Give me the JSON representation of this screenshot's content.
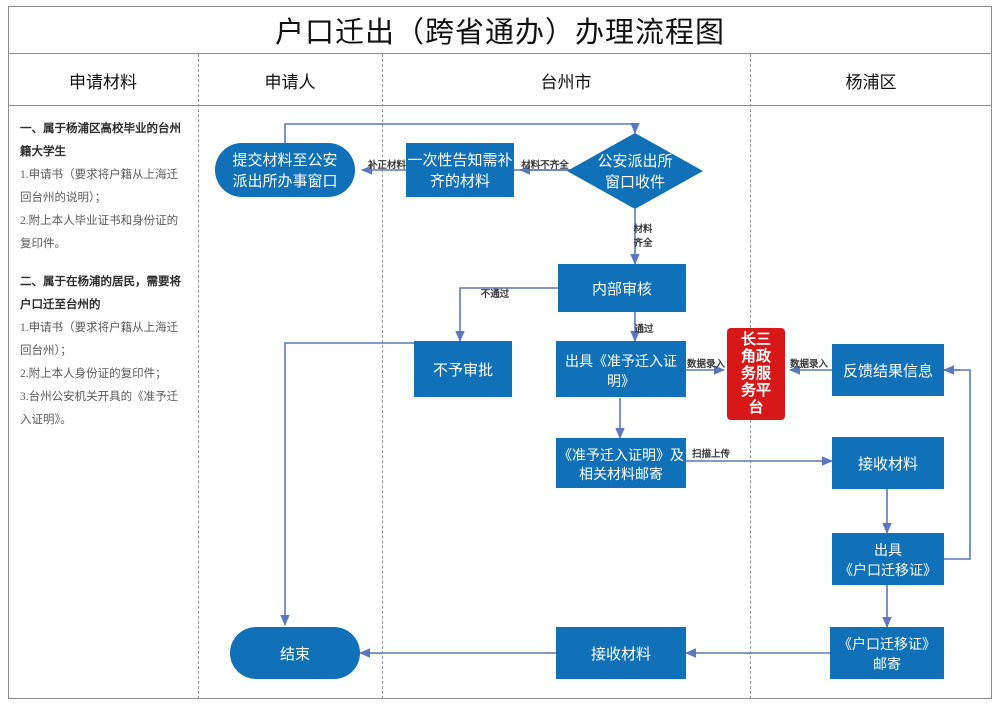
{
  "title": "户口迁出（跨省通办）办理流程图",
  "columns": [
    {
      "label": "申请材料"
    },
    {
      "label": "申请人"
    },
    {
      "label": "台州市"
    },
    {
      "label": "杨浦区"
    }
  ],
  "colors": {
    "node_blue": "#1171B8",
    "node_red": "#D71718",
    "arrow": "#5B77BE",
    "frame": "#8c8c8c",
    "lane_dash": "#9a9a9a",
    "desc_text": "#5b5b5b"
  },
  "materials": {
    "section1_heading": "一、属于杨浦区高校毕业的台州籍大学生",
    "section1_items": [
      "1.申请书（要求将户籍从上海迁回台州的说明）；",
      "2.附上本人毕业证书和身份证的复印件。"
    ],
    "section2_heading": "二、属于在杨浦的居民，需要将户口迁至台州的",
    "section2_items": [
      "1.申请书（要求将户籍从上海迁回台州）；",
      "2.附上本人身份证的复印件；",
      "3.台州公安机关开具的《准予迁入证明》。"
    ]
  },
  "nodes": {
    "submit": {
      "label_line1": "提交材料至公安",
      "label_line2": "派出所办事窗口",
      "shape": "stadium",
      "lane": "申请人"
    },
    "notify": {
      "label_line1": "一次性告知需补",
      "label_line2": "齐的材料",
      "shape": "rect",
      "lane": "台州市"
    },
    "receive_window": {
      "label_line1": "公安派出所",
      "label_line2": "窗口收件",
      "shape": "diamond",
      "lane": "台州市"
    },
    "internal_review": {
      "label_line1": "内部审核",
      "shape": "rect",
      "lane": "台州市"
    },
    "reject": {
      "label_line1": "不予审批",
      "shape": "rect",
      "lane": "申请人"
    },
    "issue_permit": {
      "label_line1": "出具《准予迁入证",
      "label_line2": "明》",
      "shape": "rect",
      "lane": "台州市"
    },
    "mail_permit": {
      "label_line1": "《准予迁入证明》及",
      "label_line2": "相关材料邮寄",
      "shape": "rect",
      "lane": "台州市"
    },
    "platform": {
      "label": "长三角政务服务平台",
      "label_wrapped": [
        "长三",
        "角政",
        "务服",
        "务平",
        "台"
      ],
      "shape": "rect",
      "color": "red"
    },
    "feedback": {
      "label_line1": "反馈结果信息",
      "shape": "rect",
      "lane": "杨浦区"
    },
    "receive_mat_yp": {
      "label_line1": "接收材料",
      "shape": "rect",
      "lane": "杨浦区"
    },
    "issue_transfer": {
      "label_line1": "出具",
      "label_line2": "《户口迁移证》",
      "shape": "rect",
      "lane": "杨浦区"
    },
    "mail_transfer": {
      "label_line1": "《户口迁移证》",
      "label_line2": "邮寄",
      "shape": "rect",
      "lane": "杨浦区"
    },
    "receive_mat_tz": {
      "label_line1": "接收材料",
      "shape": "rect",
      "lane": "台州市"
    },
    "end": {
      "label_line1": "结束",
      "shape": "stadium",
      "lane": "申请人"
    }
  },
  "edge_labels": {
    "supplement": "补正材料",
    "incomplete": "材料不齐全",
    "complete_line1": "材料",
    "complete_line2": "齐全",
    "fail": "不通过",
    "pass": "通过",
    "data_entry_left": "数据录入",
    "data_entry_right": "数据录入",
    "scan_upload": "扫描上传"
  }
}
